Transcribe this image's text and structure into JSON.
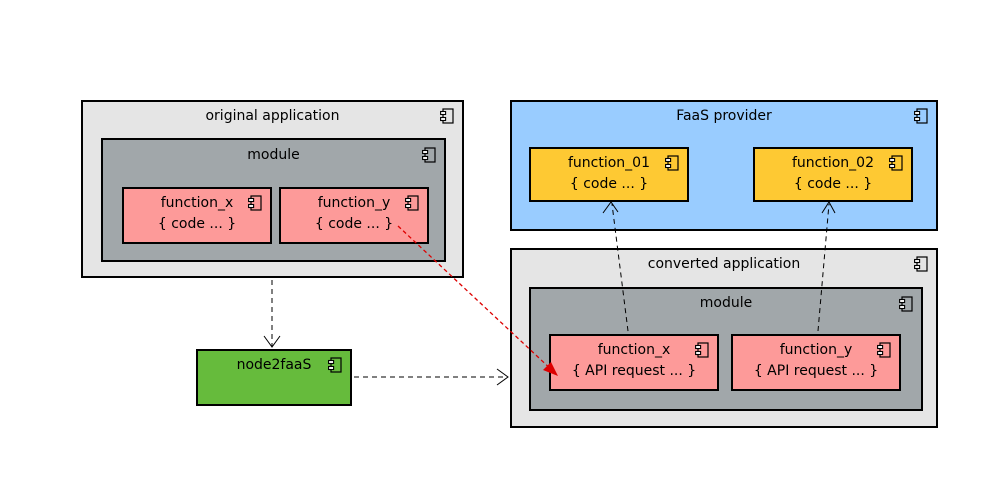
{
  "original": {
    "title": "original application",
    "module_title": "module",
    "function_x": {
      "name": "function_x",
      "code": "{ code ... }"
    },
    "function_y": {
      "name": "function_y",
      "code": "{ code ... }"
    }
  },
  "faas": {
    "title": "FaaS provider",
    "function_01": {
      "name": "function_01",
      "code": "{ code ... }"
    },
    "function_02": {
      "name": "function_02",
      "code": "{ code ... }"
    }
  },
  "converted": {
    "title": "converted application",
    "module_title": "module",
    "function_x": {
      "name": "function_x",
      "code": "{ API request ... }"
    },
    "function_y": {
      "name": "function_y",
      "code": "{ API request ... }"
    }
  },
  "tool": {
    "name": "node2faaS"
  },
  "colors": {
    "container": "#e5e5e5",
    "module": "#a1a7aa",
    "function": "#fd9a99",
    "faas_provider": "#99ccff",
    "faas_function": "#fec933",
    "tool": "#66bb3c",
    "highlight_arrow": "#dd0000"
  },
  "icons": {
    "component": "uml-component-icon"
  }
}
